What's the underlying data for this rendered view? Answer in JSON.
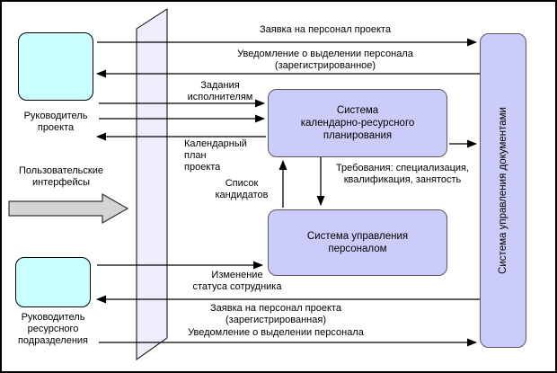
{
  "palette": {
    "actor_fill": "#c9ffff",
    "system_fill": "#ccccfa",
    "plane_fill": "#ededfc",
    "block_arrow_fill": "#d4d4d4",
    "line_color": "#000000"
  },
  "actors": {
    "project_manager": "Руководитель\nпроекта",
    "resource_manager": "Руководитель\nресурсного\nподразделения"
  },
  "user_interfaces_label": "Пользовательские\nинтерфейсы",
  "systems": {
    "planning": "Система\nкалендарно-ресурсного\nпланирования",
    "personnel": "Система управления\nперсоналом",
    "documents": "Система управления документами"
  },
  "flows": {
    "project_request": "Заявка на персонал проекта",
    "notice_registered": "Уведомление о выделении персонала\n(зарегистрированное)",
    "tasks": "Задания\nисполнителям",
    "calendar_plan": "Календарный\nплан\nпроекта",
    "requirements": "Требования: специализация,\nквалификация, занятость",
    "candidates": "Список\nкандидатов",
    "status_change": "Изменение\nстатуса сотрудника",
    "request_registered": "Заявка на персонал проекта\n(зарегистрированная)",
    "notice": "Уведомление о выделении персонала"
  }
}
